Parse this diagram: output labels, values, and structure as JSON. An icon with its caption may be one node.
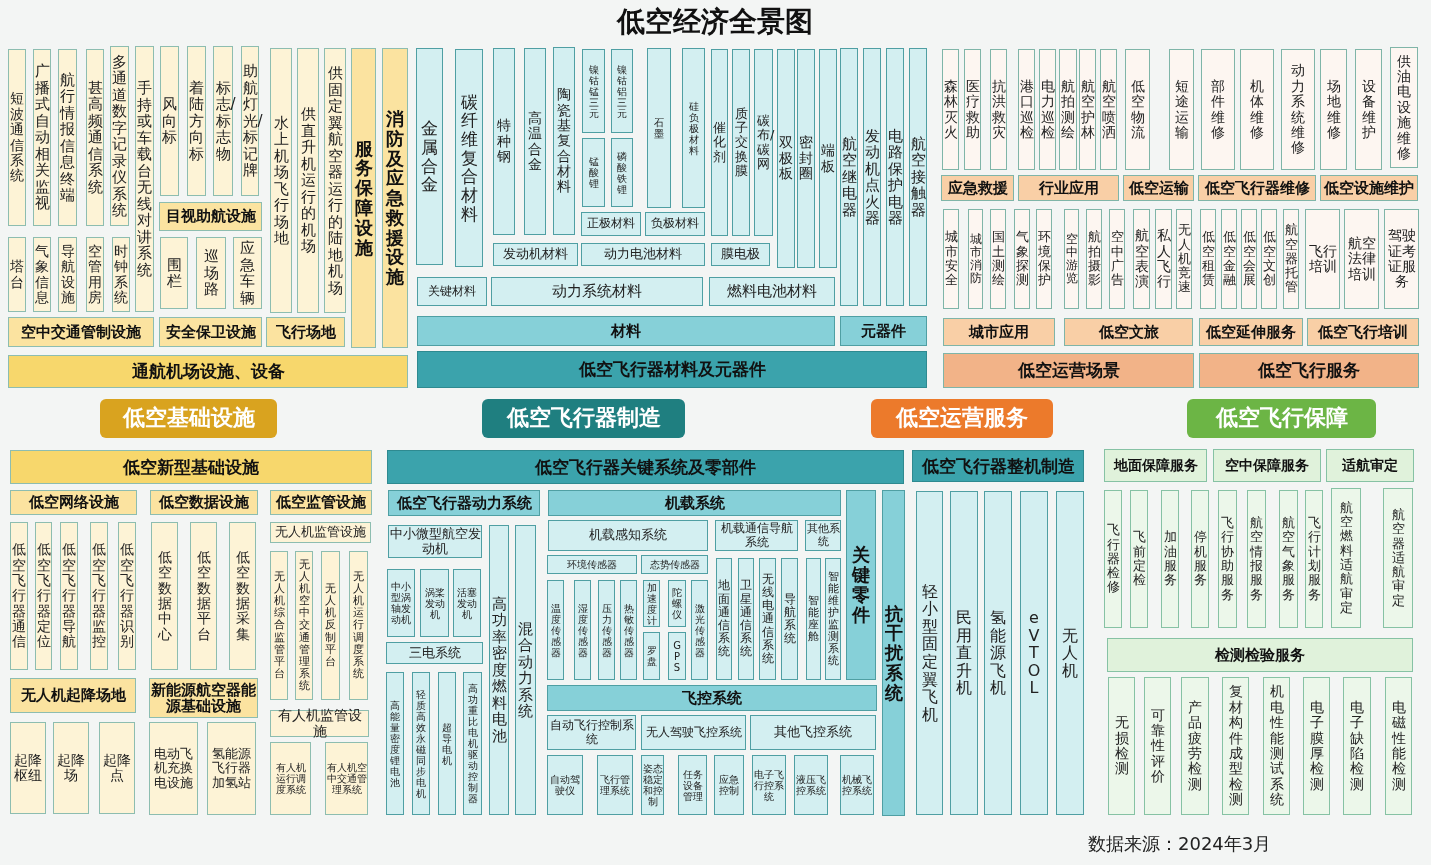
{
  "diagram": {
    "title": "低空经济全景图",
    "caption": "数据来源：2024年3月",
    "nodes": [
      {
        "text": [
          "短波通信系统"
        ]
      },
      {
        "text": [
          "广播式自动相关监视"
        ]
      },
      {
        "text": [
          "航行情报信息终端"
        ]
      },
      {
        "text": [
          "甚高频通信系统"
        ]
      },
      {
        "text": [
          "多通道数字记录仪系统"
        ]
      },
      {
        "text": [
          "手持或车载台无线对讲系统"
        ]
      },
      {
        "text": [
          "风向标"
        ]
      },
      {
        "text": [
          "着陆方向标"
        ]
      },
      {
        "text": [
          "标志/标志物"
        ]
      },
      {
        "text": [
          "助航灯光/标记牌"
        ]
      },
      {
        "text": [
          "目视助航设施"
        ]
      },
      {
        "text": [
          "水上机场飞行场地"
        ]
      },
      {
        "text": [
          "供直升机运行的机场"
        ]
      },
      {
        "text": [
          "供固定翼航空器运行的陆地机场"
        ]
      },
      {
        "text": [
          "服务保障设施"
        ]
      },
      {
        "text": [
          "消防及应急救援设施"
        ]
      },
      {
        "text": [
          "塔台"
        ]
      },
      {
        "text": [
          "气象信息"
        ]
      },
      {
        "text": [
          "导航设施"
        ]
      },
      {
        "text": [
          "空管用房"
        ]
      },
      {
        "text": [
          "时钟系统"
        ]
      },
      {
        "text": [
          "围栏"
        ]
      },
      {
        "text": [
          "巡场路"
        ]
      },
      {
        "text": [
          "应急车辆"
        ]
      },
      {
        "text": [
          "空中交通管制设施"
        ]
      },
      {
        "text": [
          "安全保卫设施"
        ]
      },
      {
        "text": [
          "飞行场地"
        ]
      },
      {
        "text": [
          "通航机场设施、设备"
        ]
      },
      {
        "text": [
          "金属合金"
        ]
      },
      {
        "text": [
          "碳纤维复合材料"
        ]
      },
      {
        "text": [
          "特种钢"
        ]
      },
      {
        "text": [
          "高温合金"
        ]
      },
      {
        "text": [
          "陶瓷基复合材料"
        ]
      },
      {
        "text": [
          "镍钴锰三元"
        ]
      },
      {
        "text": [
          "镍钴铝三元"
        ]
      },
      {
        "text": [
          "锰酸锂"
        ]
      },
      {
        "text": [
          "磷酸铁锂"
        ]
      },
      {
        "text": [
          "石墨"
        ]
      },
      {
        "text": [
          "硅负极材料"
        ]
      },
      {
        "text": [
          "正极材料"
        ]
      },
      {
        "text": [
          "负极材料"
        ]
      },
      {
        "text": [
          "催化剂"
        ]
      },
      {
        "text": [
          "质子交换膜"
        ]
      },
      {
        "text": [
          "碳布/碳网"
        ]
      },
      {
        "text": [
          "双极板"
        ]
      },
      {
        "text": [
          "密封圈"
        ]
      },
      {
        "text": [
          "端板"
        ]
      },
      {
        "text": [
          "发动机材料"
        ]
      },
      {
        "text": [
          "动力电池材料"
        ]
      },
      {
        "text": [
          "膜电极"
        ]
      },
      {
        "text": [
          "关键材料"
        ]
      },
      {
        "text": [
          "动力系统材料"
        ]
      },
      {
        "text": [
          "燃料电池材料"
        ]
      },
      {
        "text": [
          "航空继电器"
        ]
      },
      {
        "text": [
          "发动机点火器"
        ]
      },
      {
        "text": [
          "电路保护电器"
        ]
      },
      {
        "text": [
          "航空接触器"
        ]
      },
      {
        "text": [
          "材料"
        ]
      },
      {
        "text": [
          "元器件"
        ]
      },
      {
        "text": [
          "低空飞行器材料及元器件"
        ]
      },
      {
        "text": [
          "森林灭火"
        ]
      },
      {
        "text": [
          "医疗救助"
        ]
      },
      {
        "text": [
          "抗洪救灾"
        ]
      },
      {
        "text": [
          "港口巡检"
        ]
      },
      {
        "text": [
          "电力巡检"
        ]
      },
      {
        "text": [
          "航拍测绘"
        ]
      },
      {
        "text": [
          "航空护林"
        ]
      },
      {
        "text": [
          "航空喷洒"
        ]
      },
      {
        "text": [
          "低空物流"
        ]
      },
      {
        "text": [
          "短途运输"
        ]
      },
      {
        "text": [
          "部件维修"
        ]
      },
      {
        "text": [
          "机体维修"
        ]
      },
      {
        "text": [
          "动力系统维修"
        ]
      },
      {
        "text": [
          "场地维修"
        ]
      },
      {
        "text": [
          "设备维护"
        ]
      },
      {
        "text": [
          "供油电设施维修"
        ]
      },
      {
        "text": [
          "应急救援"
        ]
      },
      {
        "text": [
          "行业应用"
        ]
      },
      {
        "text": [
          "低空运输"
        ]
      },
      {
        "text": [
          "低空飞行器维修"
        ]
      },
      {
        "text": [
          "低空设施维护"
        ]
      },
      {
        "text": [
          "城市安全"
        ]
      },
      {
        "text": [
          "城市消防"
        ]
      },
      {
        "text": [
          "国土测绘"
        ]
      },
      {
        "text": [
          "气象探测"
        ]
      },
      {
        "text": [
          "环境保护"
        ]
      },
      {
        "text": [
          "空中游览"
        ]
      },
      {
        "text": [
          "航拍摄影"
        ]
      },
      {
        "text": [
          "空中广告"
        ]
      },
      {
        "text": [
          "航空表演"
        ]
      },
      {
        "text": [
          "私人飞行"
        ]
      },
      {
        "text": [
          "无人机竞速"
        ]
      },
      {
        "text": [
          "低空租赁"
        ]
      },
      {
        "text": [
          "低空金融"
        ]
      },
      {
        "text": [
          "低空会展"
        ]
      },
      {
        "text": [
          "低空文创"
        ]
      },
      {
        "text": [
          "航空器托管"
        ]
      },
      {
        "text": [
          "飞行培训"
        ]
      },
      {
        "text": [
          "航空法律培训"
        ]
      },
      {
        "text": [
          "驾驶证考证服务"
        ]
      },
      {
        "text": [
          "城市应用"
        ]
      },
      {
        "text": [
          "低空文旅"
        ]
      },
      {
        "text": [
          "低空延伸服务"
        ]
      },
      {
        "text": [
          "低空飞行培训"
        ]
      },
      {
        "text": [
          "低空运营场景"
        ]
      },
      {
        "text": [
          "低空飞行服务"
        ]
      },
      {
        "text": [
          "低空基础设施"
        ]
      },
      {
        "text": [
          "低空飞行器制造"
        ]
      },
      {
        "text": [
          "低空运营服务"
        ]
      },
      {
        "text": [
          "低空飞行保障"
        ]
      },
      {
        "text": [
          "低空新型基础设施"
        ]
      },
      {
        "text": [
          "低空网络设施"
        ]
      },
      {
        "text": [
          "低空数据设施"
        ]
      },
      {
        "text": [
          "低空监管设施"
        ]
      },
      {
        "text": [
          "低空飞行器通信"
        ]
      },
      {
        "text": [
          "低空飞行器定位"
        ]
      },
      {
        "text": [
          "低空飞行器导航"
        ]
      },
      {
        "text": [
          "低空飞行器监控"
        ]
      },
      {
        "text": [
          "低空飞行器识别"
        ]
      },
      {
        "text": [
          "低空数据中心"
        ]
      },
      {
        "text": [
          "低空数据平台"
        ]
      },
      {
        "text": [
          "低空数据采集"
        ]
      },
      {
        "text": [
          "无人机监管设施"
        ]
      },
      {
        "text": [
          "无人机综合监管平台"
        ]
      },
      {
        "text": [
          "无人机空中交通管理系统"
        ]
      },
      {
        "text": [
          "无人机反制平台"
        ]
      },
      {
        "text": [
          "无人机运行调度系统"
        ]
      },
      {
        "text": [
          "无人机起降场地"
        ]
      },
      {
        "text": [
          "新能源航空器能源基础设施"
        ]
      },
      {
        "text": [
          "有人机监管设施"
        ]
      },
      {
        "text": [
          "起降枢纽"
        ]
      },
      {
        "text": [
          "起降场"
        ]
      },
      {
        "text": [
          "起降点"
        ]
      },
      {
        "text": [
          "电动飞机充换电设施"
        ]
      },
      {
        "text": [
          "氢能源飞行器加氢站"
        ]
      },
      {
        "text": [
          "有人机运行调度系统"
        ]
      },
      {
        "text": [
          "有人机空中交通管理系统"
        ]
      },
      {
        "text": [
          "低空飞行器关键系统及零部件"
        ]
      },
      {
        "text": [
          "低空飞行器动力系统"
        ]
      },
      {
        "text": [
          "机载系统"
        ]
      },
      {
        "text": [
          "关键零件"
        ]
      },
      {
        "text": [
          "抗干扰系统"
        ]
      },
      {
        "text": [
          "中小微型航空发动机"
        ]
      },
      {
        "text": [
          "中小型涡轴发动机"
        ]
      },
      {
        "text": [
          "涡桨发动机"
        ]
      },
      {
        "text": [
          "活塞发动机"
        ]
      },
      {
        "text": [
          "三电系统"
        ]
      },
      {
        "text": [
          "高能量密度锂电池"
        ]
      },
      {
        "text": [
          "轻质高效永磁同步电机"
        ]
      },
      {
        "text": [
          "超导电机"
        ]
      },
      {
        "text": [
          "高功重比电机驱动控制器"
        ]
      },
      {
        "text": [
          "高功率密度燃料电池"
        ]
      },
      {
        "text": [
          "混合动力系统"
        ]
      },
      {
        "text": [
          "机载感知系统"
        ]
      },
      {
        "text": [
          "机载通信导航系统"
        ]
      },
      {
        "text": [
          "其他系统"
        ]
      },
      {
        "text": [
          "环境传感器"
        ]
      },
      {
        "text": [
          "态势传感器"
        ]
      },
      {
        "text": [
          "温度传感器"
        ]
      },
      {
        "text": [
          "湿度传感器"
        ]
      },
      {
        "text": [
          "压力传感器"
        ]
      },
      {
        "text": [
          "热敏传感器"
        ]
      },
      {
        "text": [
          "加速度计"
        ]
      },
      {
        "text": [
          "陀螺仪"
        ]
      },
      {
        "text": [
          "罗盘"
        ]
      },
      {
        "text": [
          "GPS"
        ]
      },
      {
        "text": [
          "激光传感器"
        ]
      },
      {
        "text": [
          "地面通信系统"
        ]
      },
      {
        "text": [
          "卫星通信系统"
        ]
      },
      {
        "text": [
          "无线电通信系统"
        ]
      },
      {
        "text": [
          "导航系统"
        ]
      },
      {
        "text": [
          "智能座舱"
        ]
      },
      {
        "text": [
          "智能维护监测系统"
        ]
      },
      {
        "text": [
          "飞控系统"
        ]
      },
      {
        "text": [
          "自动飞行控制系统"
        ]
      },
      {
        "text": [
          "无人驾驶飞控系统"
        ]
      },
      {
        "text": [
          "其他飞控系统"
        ]
      },
      {
        "text": [
          "自动驾驶仪"
        ]
      },
      {
        "text": [
          "飞行管理系统"
        ]
      },
      {
        "text": [
          "姿态稳定和控制"
        ]
      },
      {
        "text": [
          "任务设备管理"
        ]
      },
      {
        "text": [
          "应急控制"
        ]
      },
      {
        "text": [
          "电子飞行控系统"
        ]
      },
      {
        "text": [
          "液压飞控系统"
        ]
      },
      {
        "text": [
          "机械飞控系统"
        ]
      },
      {
        "text": [
          "低空飞行器整机制造"
        ]
      },
      {
        "text": [
          "轻小型固定翼飞机"
        ]
      },
      {
        "text": [
          "民用直升机"
        ]
      },
      {
        "text": [
          "氢能源飞机"
        ]
      },
      {
        "text": [
          "eVTOL"
        ]
      },
      {
        "text": [
          "无人机"
        ]
      },
      {
        "text": [
          "地面保障服务"
        ]
      },
      {
        "text": [
          "空中保障服务"
        ]
      },
      {
        "text": [
          "适航审定"
        ]
      },
      {
        "text": [
          "飞行器检修"
        ]
      },
      {
        "text": [
          "飞前定检"
        ]
      },
      {
        "text": [
          "加油服务"
        ]
      },
      {
        "text": [
          "停机服务"
        ]
      },
      {
        "text": [
          "飞行协助服务"
        ]
      },
      {
        "text": [
          "航空情报服务"
        ]
      },
      {
        "text": [
          "航空气象服务"
        ]
      },
      {
        "text": [
          "飞行计划服务"
        ]
      },
      {
        "text": [
          "航空燃料适航审定"
        ]
      },
      {
        "text": [
          "航空器适航审定"
        ]
      },
      {
        "text": [
          "检测检验服务"
        ]
      },
      {
        "text": [
          "无损检测"
        ]
      },
      {
        "text": [
          "可靠性评价"
        ]
      },
      {
        "text": [
          "产品疲劳检测"
        ]
      },
      {
        "text": [
          "复材构件成型检测"
        ]
      },
      {
        "text": [
          "机电性能测试系统"
        ]
      },
      {
        "text": [
          "电子膜厚检测"
        ]
      },
      {
        "text": [
          "电子缺陷检测"
        ]
      },
      {
        "text": [
          "电磁性能检测"
        ]
      }
    ]
  }
}
